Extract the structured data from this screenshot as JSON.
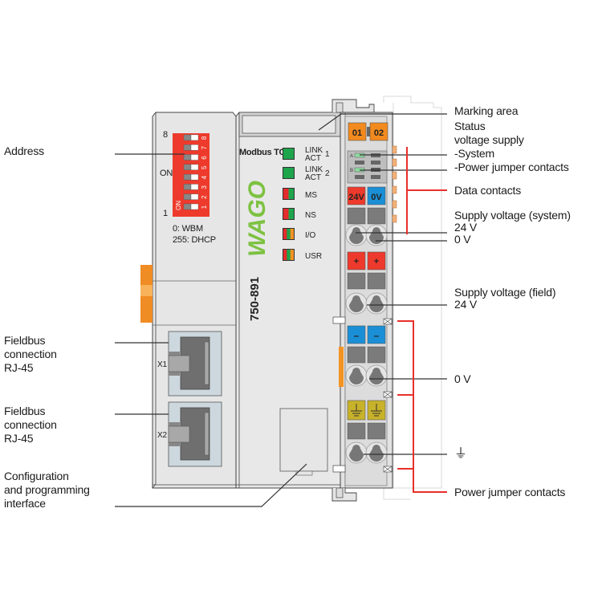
{
  "device": {
    "model": "750-891",
    "brand": "WAGO",
    "protocol": "Modbus TCP",
    "colors": {
      "housing": "#e6e6e6",
      "dip_red": "#ee3a2c",
      "led_green": "#1ea54b",
      "led_red": "#e52b2b",
      "led_orange": "#f39323",
      "marker_orange": "#f28a1e",
      "terminal_red": "#ee3a2c",
      "terminal_blue": "#1a8fd6",
      "terminal_yellow": "#c8b22a",
      "wago_green": "#7dc242",
      "callout_red": "#e8302a"
    }
  },
  "dip_switch": {
    "top_label": "8",
    "on_label": "ON",
    "bottom_label": "1",
    "switch_numbers": [
      "1",
      "2",
      "3",
      "4",
      "5",
      "6",
      "7",
      "8"
    ],
    "on_marking": "ON",
    "note_line1": "0: WBM",
    "note_line2": "255: DHCP"
  },
  "leds": [
    {
      "label": "LINK ACT",
      "line1": "LINK",
      "line2": "ACT",
      "index": "1",
      "colors": [
        "green"
      ]
    },
    {
      "label": "LINK ACT",
      "line1": "LINK",
      "line2": "ACT",
      "index": "2",
      "colors": [
        "green"
      ]
    },
    {
      "label": "MS",
      "colors": [
        "red",
        "green"
      ]
    },
    {
      "label": "NS",
      "colors": [
        "red",
        "green"
      ]
    },
    {
      "label": "I/O",
      "colors": [
        "red",
        "green",
        "orange"
      ]
    },
    {
      "label": "USR",
      "colors": [
        "red",
        "green",
        "orange"
      ]
    }
  ],
  "ports": [
    {
      "label": "X1"
    },
    {
      "label": "X2"
    }
  ],
  "terminals": {
    "marker1": "01",
    "marker2": "02",
    "status_a": "A",
    "status_b": "B",
    "supply_plus": "24V",
    "supply_minus": "0V",
    "field_plus": "+",
    "field_minus": "–"
  },
  "callouts_left": [
    {
      "id": "address",
      "lines": [
        "Address"
      ]
    },
    {
      "id": "fieldbus-x1",
      "lines": [
        "Fieldbus",
        "connection",
        "RJ-45"
      ]
    },
    {
      "id": "fieldbus-x2",
      "lines": [
        "Fieldbus",
        "connection",
        "RJ-45"
      ]
    },
    {
      "id": "config-interface",
      "lines": [
        "Configuration",
        "and programming",
        "interface"
      ]
    }
  ],
  "callouts_right": [
    {
      "id": "marking-area",
      "lines": [
        "Marking area"
      ]
    },
    {
      "id": "status-voltage",
      "lines": [
        "Status",
        "voltage supply",
        "-System",
        "-Power jumper contacts"
      ]
    },
    {
      "id": "data-contacts",
      "lines": [
        "Data contacts"
      ]
    },
    {
      "id": "supply-system",
      "lines": [
        "Supply voltage (system)",
        "24 V",
        "0 V"
      ]
    },
    {
      "id": "supply-field",
      "lines": [
        "Supply voltage (field)",
        "24 V"
      ]
    },
    {
      "id": "field-0v",
      "lines": [
        "0 V"
      ]
    },
    {
      "id": "ground",
      "lines": [
        "⏚"
      ]
    },
    {
      "id": "power-jumper",
      "lines": [
        "Power jumper contacts"
      ]
    }
  ]
}
